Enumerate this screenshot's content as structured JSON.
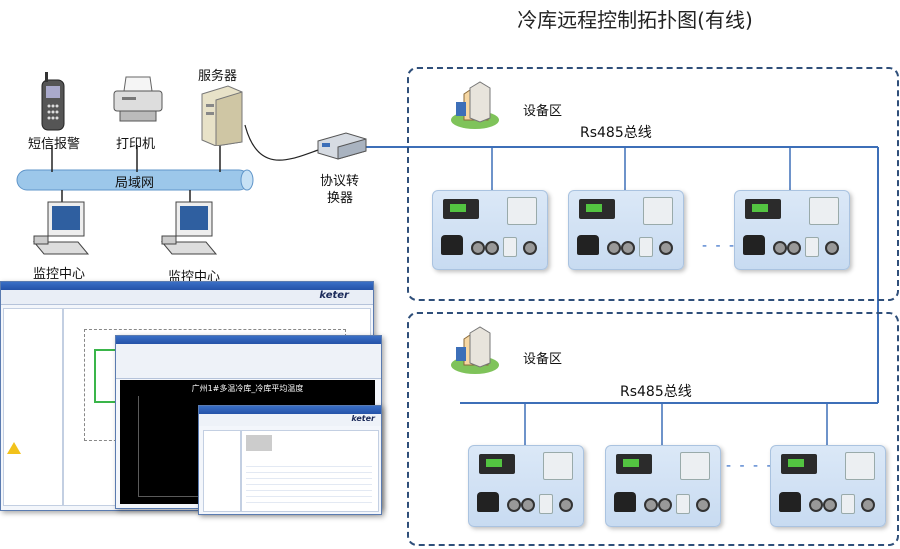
{
  "title": "冷库远程控制拓扑图(有线)",
  "labels": {
    "sms_alarm": "短信报警",
    "printer": "打印机",
    "server": "服务器",
    "lan": "局域网",
    "monitor1": "监控中心",
    "monitor2": "监控中心",
    "protocol_converter_line1": "协议转",
    "protocol_converter_line2": "换器",
    "zone1_area": "设备区",
    "zone1_bus": "Rs485总线",
    "zone2_area": "设备区",
    "zone2_bus": "Rs485总线"
  },
  "software": {
    "main_title": "keter",
    "window2_title": "广州1#多温冷库_冷库平均温度",
    "window3_brand": "keter"
  },
  "colors": {
    "bus_line": "#3d6fb8",
    "zone_border": "#2f4f7a",
    "lan_pipe": "#9cc7ea",
    "device_box": "#c8dbf1"
  }
}
